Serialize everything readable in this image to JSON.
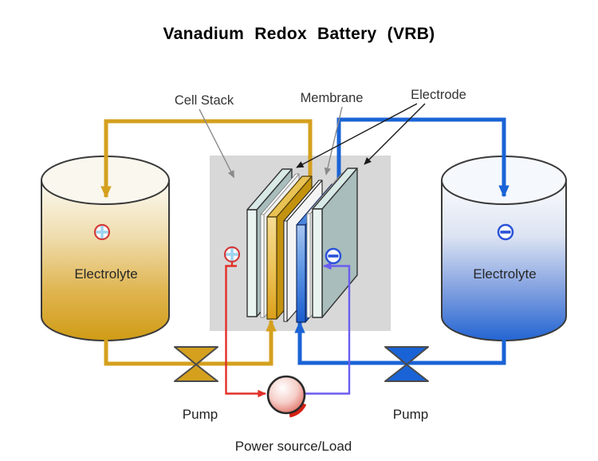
{
  "title": "Vanadium Redox Battery (VRB)",
  "cell_stack": {
    "label": "Cell Stack",
    "membrane_label": "Membrane",
    "electrode_label": "Electrode"
  },
  "tanks": {
    "left": {
      "label": "Electrolyte",
      "polarity": "+"
    },
    "right": {
      "label": "Electrolyte",
      "polarity": "-"
    }
  },
  "pumps": {
    "left_label": "Pump",
    "right_label": "Pump"
  },
  "power": {
    "label": "Power source/Load"
  },
  "icons": {
    "positive_terminal": "crossed-circle",
    "negative_terminal": "minus-circle",
    "pump_valve": "bowtie-valve",
    "flow_arrows": "triangle-arrowheads"
  },
  "colors": {
    "positive_loop": "#D4A01E",
    "negative_loop": "#1A63D6",
    "positive_wire": "#E23028",
    "negative_wire": "#6B5CF0",
    "positive_terminal": "#D43B3B",
    "negative_terminal": "#2A52D8",
    "electrode_plate": "#A8BDBC",
    "gold_plate": "#C3920E",
    "blue_plate": "#1450BB",
    "membrane": "#FFFFFF",
    "backdrop": "#D8D8D8"
  }
}
